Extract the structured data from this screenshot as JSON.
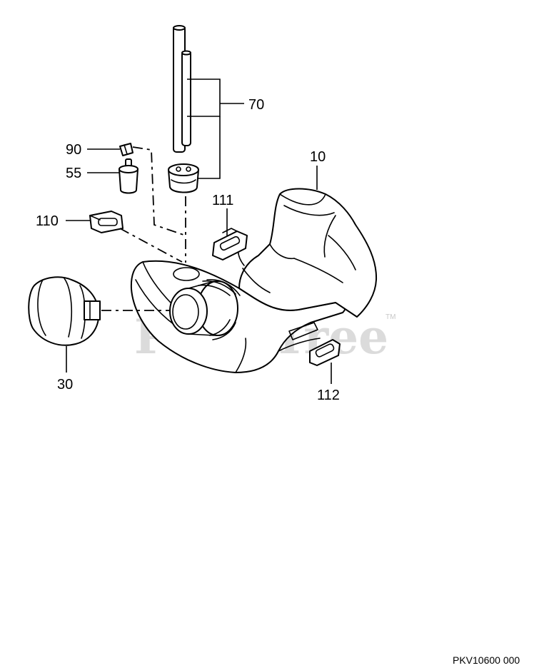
{
  "callouts": {
    "c70": "70",
    "c90": "90",
    "c55": "55",
    "c10": "10",
    "c110": "110",
    "c111": "111",
    "c30": "30",
    "c112": "112"
  },
  "watermark": {
    "text": "PartsTree",
    "tm": "TM"
  },
  "reference_code": "PKV10600 000"
}
